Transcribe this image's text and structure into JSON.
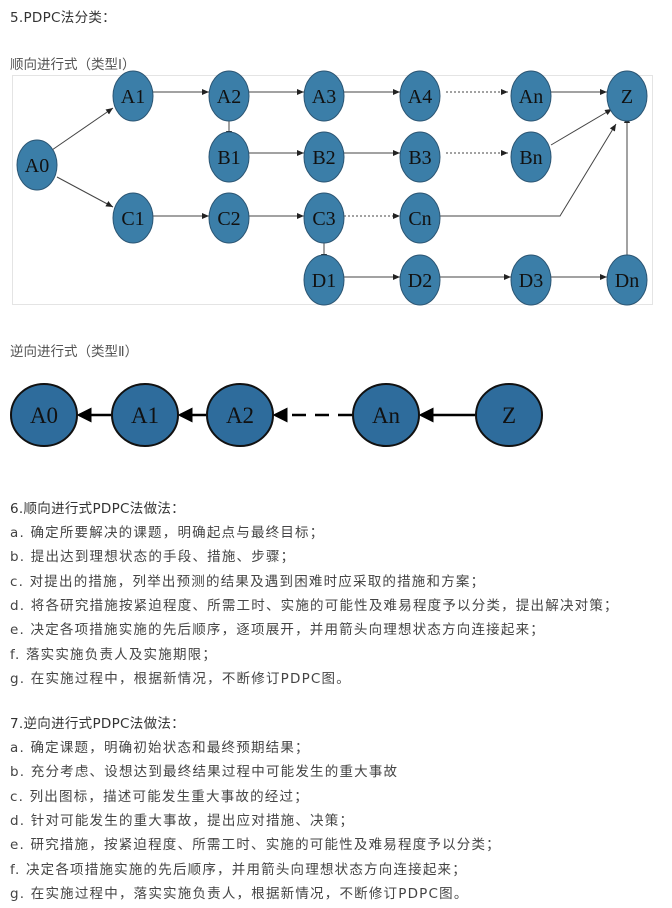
{
  "section5": {
    "heading": "5.PDPC法分类：",
    "type1_label": "顺向进行式（类型Ⅰ）",
    "type2_label": "逆向进行式（类型Ⅱ）"
  },
  "diagram1": {
    "nodes": [
      "A0",
      "A1",
      "A2",
      "A3",
      "A4",
      "An",
      "Z",
      "B1",
      "B2",
      "B3",
      "Bn",
      "C1",
      "C2",
      "C3",
      "Cn",
      "D1",
      "D2",
      "D3",
      "Dn"
    ],
    "node_color": "#3b7ea8"
  },
  "diagram2": {
    "nodes": [
      "A0",
      "A1",
      "A2",
      "An",
      "Z"
    ],
    "node_color": "#2e6c9c"
  },
  "section6": {
    "heading": "6.顺向进行式PDPC法做法：",
    "items": [
      "a. 确定所要解决的课题，明确起点与最终目标；",
      "b. 提出达到理想状态的手段、措施、步骤；",
      "c. 对提出的措施，列举出预测的结果及遇到困难时应采取的措施和方案；",
      "d. 将各研究措施按紧迫程度、所需工时、实施的可能性及难易程度予以分类，提出解决对策；",
      "e. 决定各项措施实施的先后顺序，逐项展开，并用箭头向理想状态方向连接起来；",
      "f. 落实实施负责人及实施期限；",
      "g. 在实施过程中，根据新情况，不断修订PDPC图。"
    ]
  },
  "section7": {
    "heading": "7.逆向进行式PDPC法做法：",
    "items": [
      "a. 确定课题，明确初始状态和最终预期结果；",
      "b. 充分考虑、设想达到最终结果过程中可能发生的重大事故",
      "c. 列出图标，描述可能发生重大事故的经过；",
      "d. 针对可能发生的重大事故，提出应对措施、决策；",
      "e. 研究措施，按紧迫程度、所需工时、实施的可能性及难易程度予以分类；",
      "f. 决定各项措施实施的先后顺序，并用箭头向理想状态方向连接起来；",
      "g. 在实施过程中，落实实施负责人，根据新情况，不断修订PDPC图。"
    ]
  }
}
